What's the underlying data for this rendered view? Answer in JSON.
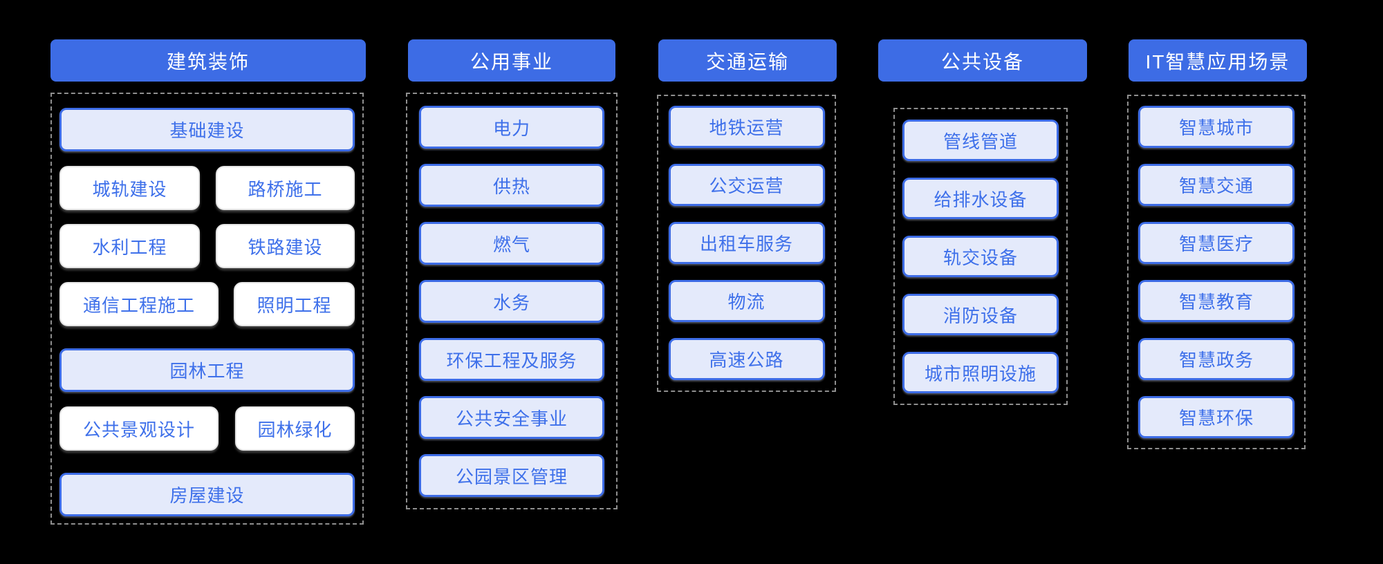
{
  "colors": {
    "background": "#000000",
    "header_fill": "#3D6CE5",
    "header_text": "#FFFFFF",
    "item_fill_primary": "#E4EAFB",
    "item_border_primary": "#3D6CE6",
    "item_fill_plain": "#FFFFFF",
    "item_text": "#3E70EA",
    "dashed_border": "#8F8F8F"
  },
  "columns": [
    {
      "header": "建筑装饰",
      "items": [
        {
          "label": "基础建设",
          "variant": "primary"
        },
        {
          "label": "城轨建设",
          "variant": "plain"
        },
        {
          "label": "路桥施工",
          "variant": "plain"
        },
        {
          "label": "水利工程",
          "variant": "plain"
        },
        {
          "label": "铁路建设",
          "variant": "plain"
        },
        {
          "label": "通信工程施工",
          "variant": "plain"
        },
        {
          "label": "照明工程",
          "variant": "plain"
        },
        {
          "label": "园林工程",
          "variant": "primary"
        },
        {
          "label": "公共景观设计",
          "variant": "plain"
        },
        {
          "label": "园林绿化",
          "variant": "plain"
        },
        {
          "label": "房屋建设",
          "variant": "primary"
        }
      ]
    },
    {
      "header": "公用事业",
      "items": [
        {
          "label": "电力",
          "variant": "primary"
        },
        {
          "label": "供热",
          "variant": "primary"
        },
        {
          "label": "燃气",
          "variant": "primary"
        },
        {
          "label": "水务",
          "variant": "primary"
        },
        {
          "label": "环保工程及服务",
          "variant": "primary"
        },
        {
          "label": "公共安全事业",
          "variant": "primary"
        },
        {
          "label": "公园景区管理",
          "variant": "primary"
        }
      ]
    },
    {
      "header": "交通运输",
      "items": [
        {
          "label": "地铁运营",
          "variant": "primary"
        },
        {
          "label": "公交运营",
          "variant": "primary"
        },
        {
          "label": "出租车服务",
          "variant": "primary"
        },
        {
          "label": "物流",
          "variant": "primary"
        },
        {
          "label": "高速公路",
          "variant": "primary"
        }
      ]
    },
    {
      "header": "公共设备",
      "items": [
        {
          "label": "管线管道",
          "variant": "primary"
        },
        {
          "label": "给排水设备",
          "variant": "primary"
        },
        {
          "label": "轨交设备",
          "variant": "primary"
        },
        {
          "label": "消防设备",
          "variant": "primary"
        },
        {
          "label": "城市照明设施",
          "variant": "primary"
        }
      ]
    },
    {
      "header": "IT智慧应用场景",
      "items": [
        {
          "label": "智慧城市",
          "variant": "primary"
        },
        {
          "label": "智慧交通",
          "variant": "primary"
        },
        {
          "label": "智慧医疗",
          "variant": "primary"
        },
        {
          "label": "智慧教育",
          "variant": "primary"
        },
        {
          "label": "智慧政务",
          "variant": "primary"
        },
        {
          "label": "智慧环保",
          "variant": "primary"
        }
      ]
    }
  ]
}
